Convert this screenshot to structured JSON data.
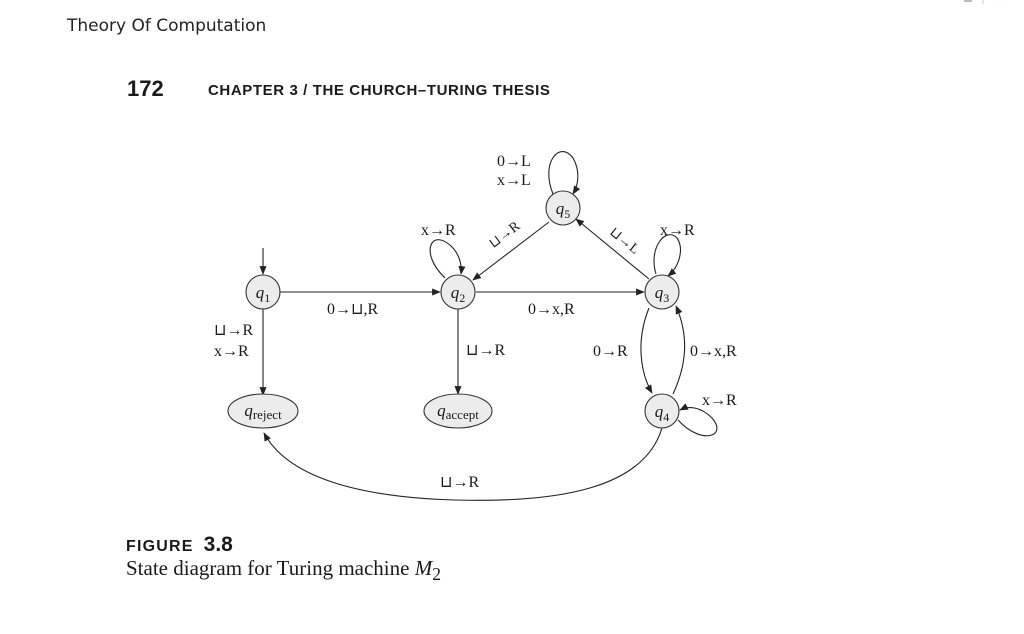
{
  "window_title": "Theory Of Computation",
  "page": {
    "number": "172",
    "chapter_heading": "CHAPTER 3 / THE CHURCH–TURING THESIS"
  },
  "figure": {
    "label_word": "FIGURE",
    "label_number": "3.8",
    "caption_prefix": "State diagram for Turing machine ",
    "caption_var": "M",
    "caption_sub": "2"
  },
  "diagram": {
    "states": {
      "q1": {
        "base": "q",
        "sub": "1"
      },
      "q2": {
        "base": "q",
        "sub": "2"
      },
      "q3": {
        "base": "q",
        "sub": "3"
      },
      "q4": {
        "base": "q",
        "sub": "4"
      },
      "q5": {
        "base": "q",
        "sub": "5"
      },
      "qreject": {
        "base": "q",
        "sub": "reject"
      },
      "qaccept": {
        "base": "q",
        "sub": "accept"
      }
    },
    "labels": {
      "q1_q2": "0→⊔,R",
      "q1_reject_a": "⊔→R",
      "q1_reject_b": "x→R",
      "q2_self": "x→R",
      "q2_q3": "0→x,R",
      "q2_accept": "⊔→R",
      "q5_q2": "⊔→R",
      "q5_self_a": "0→L",
      "q5_self_b": "x→L",
      "q3_q5": "⊔→L",
      "q3_self": "x→R",
      "q3_q4": "0→x,R",
      "q4_q3": "0→R",
      "q4_self": "x→R",
      "q4_reject": "⊔→R"
    }
  }
}
